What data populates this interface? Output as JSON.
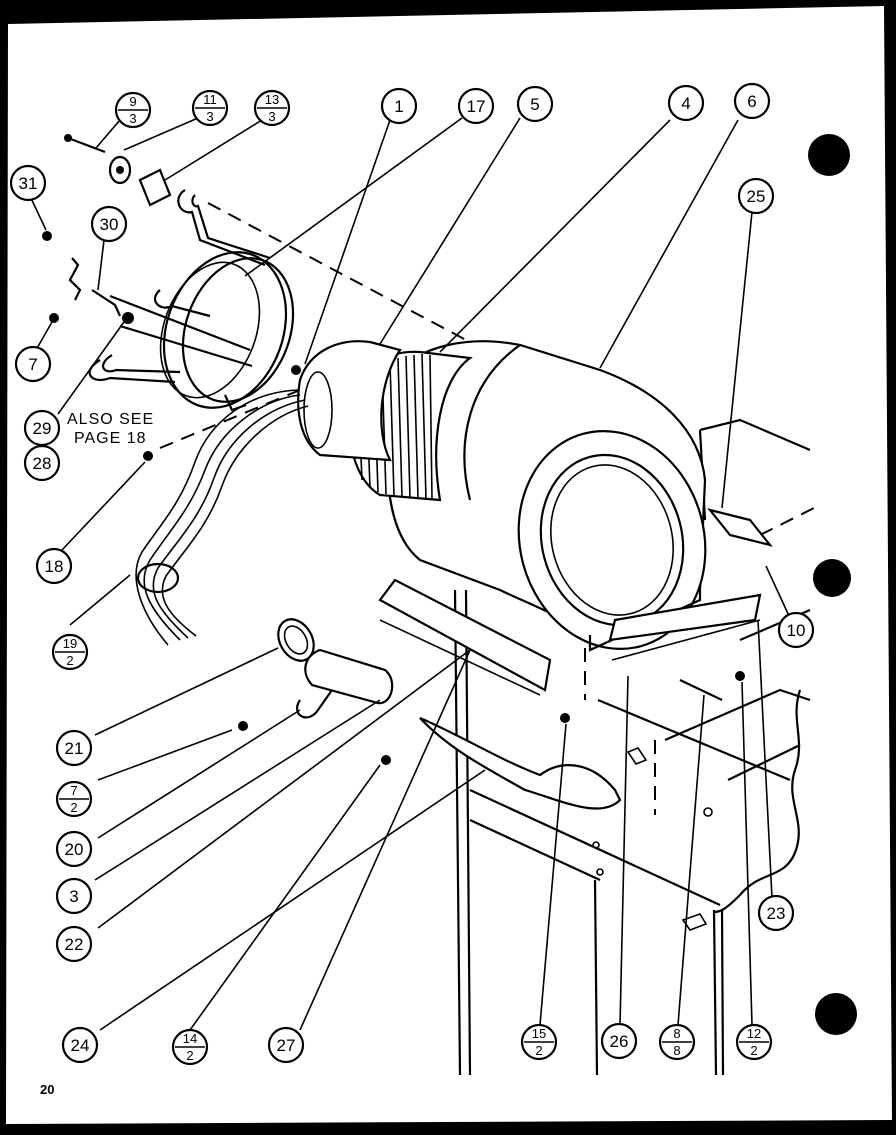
{
  "page_number": "20",
  "note": {
    "line1": "ALSO SEE",
    "line2": "PAGE 18"
  },
  "callouts": [
    {
      "id": "c31",
      "label": "31",
      "icon": "plain"
    },
    {
      "id": "c30",
      "label": "30",
      "icon": "plain"
    },
    {
      "id": "c7",
      "label": "7",
      "icon": "plain"
    },
    {
      "id": "c29",
      "label": "29",
      "icon": "plain"
    },
    {
      "id": "c28",
      "label": "28",
      "icon": "plain"
    },
    {
      "id": "c18",
      "label": "18",
      "icon": "plain"
    },
    {
      "id": "c1",
      "label": "1",
      "icon": "plain"
    },
    {
      "id": "c17",
      "label": "17",
      "icon": "plain"
    },
    {
      "id": "c5",
      "label": "5",
      "icon": "plain"
    },
    {
      "id": "c4",
      "label": "4",
      "icon": "plain"
    },
    {
      "id": "c6",
      "label": "6",
      "icon": "plain"
    },
    {
      "id": "c25",
      "label": "25",
      "icon": "plain"
    },
    {
      "id": "c10",
      "label": "10",
      "icon": "plain"
    },
    {
      "id": "c21",
      "label": "21",
      "icon": "plain"
    },
    {
      "id": "c20",
      "label": "20",
      "icon": "plain"
    },
    {
      "id": "c3",
      "label": "3",
      "icon": "plain"
    },
    {
      "id": "c22",
      "label": "22",
      "icon": "plain"
    },
    {
      "id": "c24",
      "label": "24",
      "icon": "plain"
    },
    {
      "id": "c27",
      "label": "27",
      "icon": "plain"
    },
    {
      "id": "c26",
      "label": "26",
      "icon": "plain"
    },
    {
      "id": "c23",
      "label": "23",
      "icon": "plain"
    }
  ],
  "fraction_callouts": [
    {
      "id": "f9_3",
      "top": "9",
      "bottom": "3"
    },
    {
      "id": "f11_3",
      "top": "11",
      "bottom": "3"
    },
    {
      "id": "f13_3",
      "top": "13",
      "bottom": "3"
    },
    {
      "id": "f19_2",
      "top": "19",
      "bottom": "2"
    },
    {
      "id": "f7_2",
      "top": "7",
      "bottom": "2"
    },
    {
      "id": "f14_2",
      "top": "14",
      "bottom": "2"
    },
    {
      "id": "f15_2",
      "top": "15",
      "bottom": "2"
    },
    {
      "id": "f8_8",
      "top": "8",
      "bottom": "8"
    },
    {
      "id": "f12_2",
      "top": "12",
      "bottom": "2"
    }
  ]
}
